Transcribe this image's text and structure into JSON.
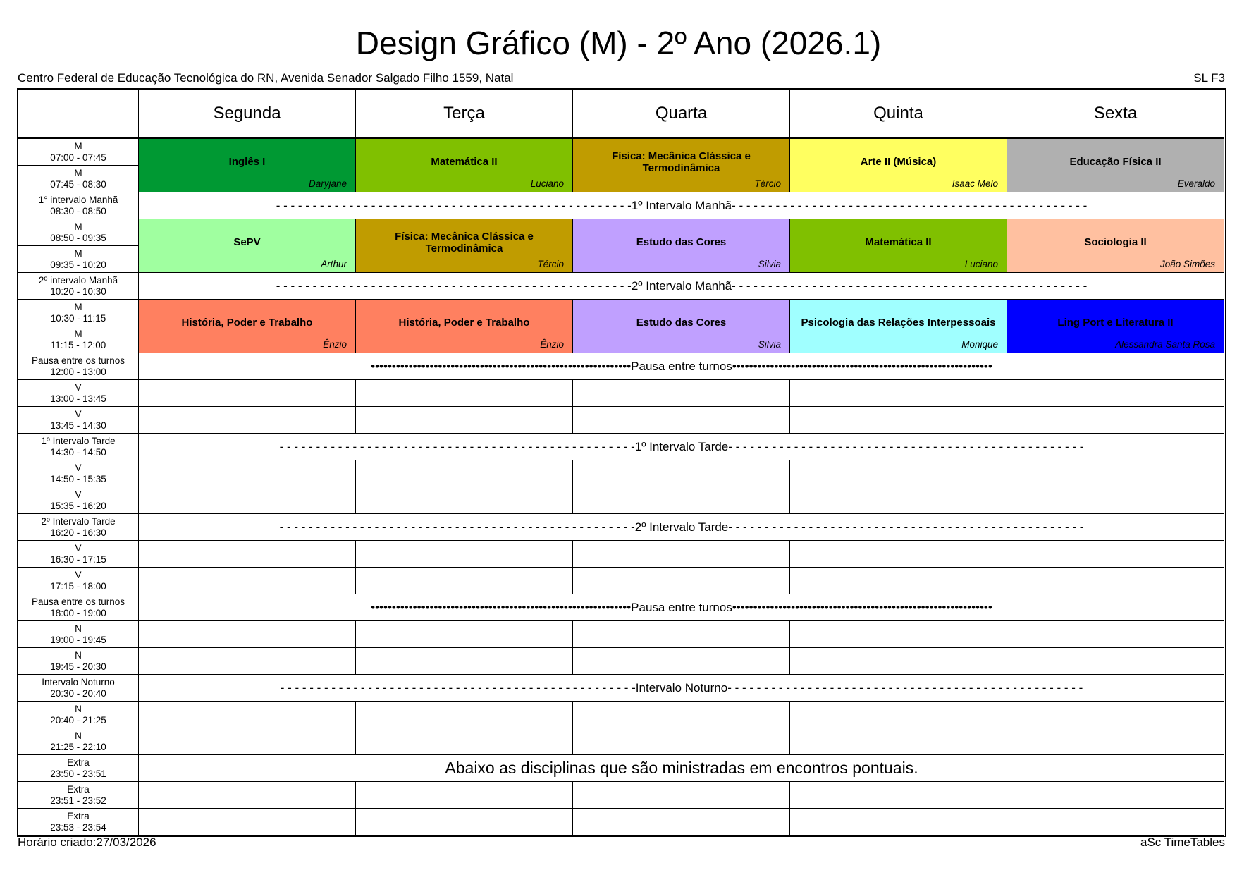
{
  "title": "Design Gráfico (M) - 2º Ano (2026.1)",
  "school": "Centro Federal de Educação Tecnológica do RN, Avenida Senador Salgado Filho 1559, Natal",
  "room": "SL F3",
  "footer_left": "Horário criado:27/03/2026",
  "footer_right": "aSc TimeTables",
  "days": [
    "Segunda",
    "Terça",
    "Quarta",
    "Quinta",
    "Sexta"
  ],
  "slots": [
    {
      "label": "M",
      "time": "07:00 - 07:45"
    },
    {
      "label": "M",
      "time": "07:45 - 08:30"
    },
    {
      "label": "1° intervalo Manhã",
      "time": "08:30 - 08:50",
      "break": "1º Intervalo Manhã",
      "style": "dash"
    },
    {
      "label": "M",
      "time": "08:50 - 09:35"
    },
    {
      "label": "M",
      "time": "09:35 - 10:20"
    },
    {
      "label": "2º intervalo Manhã",
      "time": "10:20 - 10:30",
      "break": "2º Intervalo Manhã",
      "style": "dash"
    },
    {
      "label": "M",
      "time": "10:30 - 11:15"
    },
    {
      "label": "M",
      "time": "11:15 - 12:00"
    },
    {
      "label": "Pausa entre os turnos",
      "time": "12:00 - 13:00",
      "break": "Pausa entre turnos",
      "style": "dot"
    },
    {
      "label": "V",
      "time": "13:00 - 13:45"
    },
    {
      "label": "V",
      "time": "13:45 - 14:30"
    },
    {
      "label": "1º Intervalo Tarde",
      "time": "14:30 - 14:50",
      "break": "1º Intervalo Tarde",
      "style": "dash"
    },
    {
      "label": "V",
      "time": "14:50 - 15:35"
    },
    {
      "label": "V",
      "time": "15:35 - 16:20"
    },
    {
      "label": "2º Intervalo Tarde",
      "time": "16:20 - 16:30",
      "break": "2º Intervalo Tarde",
      "style": "dash"
    },
    {
      "label": "V",
      "time": "16:30 - 17:15"
    },
    {
      "label": "V",
      "time": "17:15 - 18:00"
    },
    {
      "label": "Pausa entre os turnos",
      "time": "18:00 - 19:00",
      "break": "Pausa entre turnos",
      "style": "dot"
    },
    {
      "label": "N",
      "time": "19:00 - 19:45"
    },
    {
      "label": "N",
      "time": "19:45 - 20:30"
    },
    {
      "label": "Intervalo Noturno",
      "time": "20:30 - 20:40",
      "break": "Intervalo Noturno",
      "style": "dash"
    },
    {
      "label": "N",
      "time": "20:40 - 21:25"
    },
    {
      "label": "N",
      "time": "21:25 - 22:10"
    },
    {
      "label": "Extra",
      "time": "23:50 - 23:51",
      "break": "Abaixo as disciplinas que são ministradas em encontros pontuais.",
      "style": "note"
    },
    {
      "label": "Extra",
      "time": "23:51 - 23:52"
    },
    {
      "label": "Extra",
      "time": "23:53 - 23:54"
    }
  ],
  "lessons": [
    {
      "slot": 0,
      "day": 0,
      "subject": "Inglês I",
      "teacher": "Daryjane",
      "color": "#009933"
    },
    {
      "slot": 0,
      "day": 1,
      "subject": "Matemática II",
      "teacher": "Luciano",
      "color": "#80c000"
    },
    {
      "slot": 0,
      "day": 2,
      "subject": "Física: Mecânica Clássica e Termodinâmica",
      "teacher": "Tércio",
      "color": "#c09c00"
    },
    {
      "slot": 0,
      "day": 3,
      "subject": "Arte II (Música)",
      "teacher": "Isaac Melo",
      "color": "#ffff60"
    },
    {
      "slot": 0,
      "day": 4,
      "subject": "Educação Física II",
      "teacher": "Everaldo",
      "color": "#b0b0b0"
    },
    {
      "slot": 3,
      "day": 0,
      "subject": "SePV",
      "teacher": "Arthur",
      "color": "#a0ffa0"
    },
    {
      "slot": 3,
      "day": 1,
      "subject": "Física: Mecânica Clássica e Termodinâmica",
      "teacher": "Tércio",
      "color": "#c09c00"
    },
    {
      "slot": 3,
      "day": 2,
      "subject": "Estudo das Cores",
      "teacher": "Silvia",
      "color": "#c0a0ff"
    },
    {
      "slot": 3,
      "day": 3,
      "subject": "Matemática II",
      "teacher": "Luciano",
      "color": "#80c000"
    },
    {
      "slot": 3,
      "day": 4,
      "subject": "Sociologia II",
      "teacher": "João Simões",
      "color": "#ffc0a0"
    },
    {
      "slot": 6,
      "day": 0,
      "subject": "História, Poder e Trabalho",
      "teacher": "Ênzio",
      "color": "#ff8060"
    },
    {
      "slot": 6,
      "day": 1,
      "subject": "História, Poder e Trabalho",
      "teacher": "Ênzio",
      "color": "#ff8060"
    },
    {
      "slot": 6,
      "day": 2,
      "subject": "Estudo das Cores",
      "teacher": "Silvia",
      "color": "#c0a0ff"
    },
    {
      "slot": 6,
      "day": 3,
      "subject": "Psicologia das Relações Interpessoais",
      "teacher": "Monique",
      "color": "#a0ffff"
    },
    {
      "slot": 6,
      "day": 4,
      "subject": "Ling Port e Literatura II",
      "teacher": "Alessandra Santa Rosa",
      "color": "#0000ff"
    }
  ]
}
